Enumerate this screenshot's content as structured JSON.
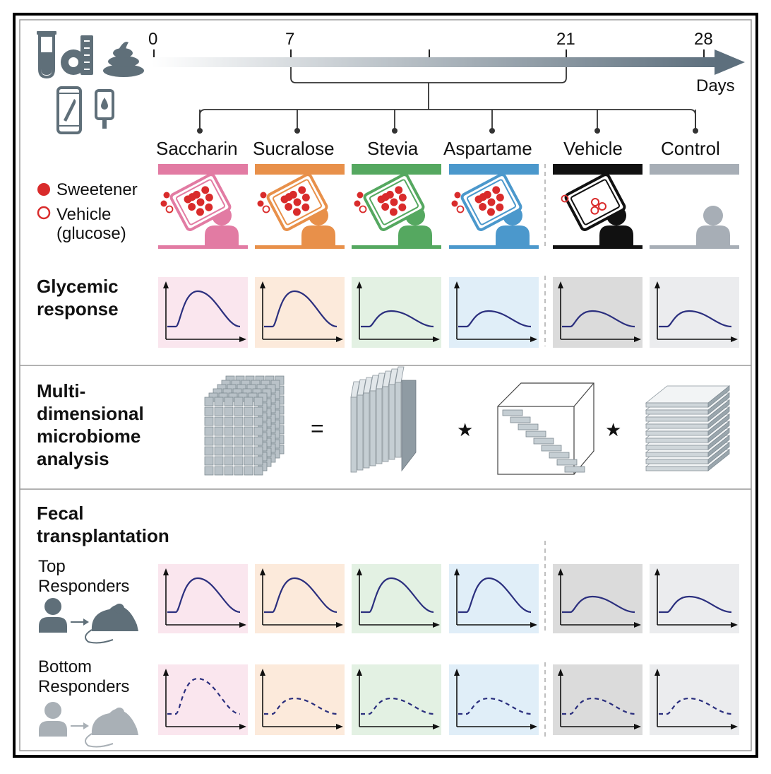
{
  "timeline": {
    "ticks": [
      "0",
      "7",
      "21",
      "28"
    ],
    "unit": "Days"
  },
  "groups": [
    {
      "name": "Saccharin",
      "color": "#e27ba3",
      "bg": "#f8dde8",
      "kind": "sweetener"
    },
    {
      "name": "Sucralose",
      "color": "#e8904a",
      "bg": "#fbe3cf",
      "kind": "sweetener"
    },
    {
      "name": "Stevia",
      "color": "#55a860",
      "bg": "#d9ecd9",
      "kind": "sweetener"
    },
    {
      "name": "Aspartame",
      "color": "#4b98cc",
      "bg": "#d6e8f5",
      "kind": "sweetener"
    },
    {
      "name": "Vehicle",
      "color": "#111111",
      "bg": "#cfcfcf",
      "kind": "vehicle"
    },
    {
      "name": "Control",
      "color": "#a7aeb6",
      "bg": "#e4e6e8",
      "kind": "control"
    }
  ],
  "legend": {
    "sweetener": "Sweetener",
    "vehicle_line1": "Vehicle",
    "vehicle_line2": "(glucose)"
  },
  "sections": {
    "glycemic_line1": "Glycemic",
    "glycemic_line2": "response",
    "microbiome_lines": [
      "Multi-",
      "dimensional",
      "microbiome",
      "analysis"
    ],
    "fecal_line1": "Fecal",
    "fecal_line2": "transplantation",
    "top_line1": "Top",
    "top_line2": "Responders",
    "bottom_line1": "Bottom",
    "bottom_line2": "Responders"
  },
  "equation": {
    "equals": "=",
    "star": "★"
  },
  "responses": {
    "glycemic": [
      "high",
      "high",
      "low",
      "low",
      "low",
      "low"
    ],
    "top": [
      "high",
      "high",
      "high",
      "high",
      "low",
      "low"
    ],
    "bottom": [
      "high",
      "low",
      "low",
      "low",
      "low",
      "low"
    ]
  },
  "colors": {
    "curve": "#2b2f7e",
    "timeline_dark": "#5d6f7d",
    "icon_gray": "#5f6f79",
    "mouse_gray": "#a9b0b6",
    "sweetener_red": "#d92b2b"
  }
}
